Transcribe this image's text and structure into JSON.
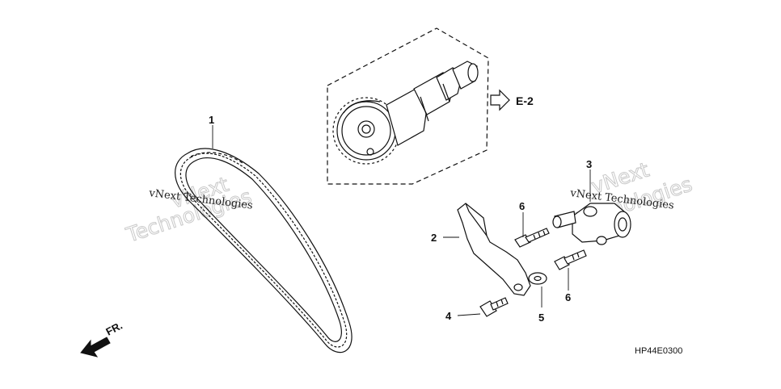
{
  "callouts": {
    "c1": "1",
    "c2": "2",
    "c3": "3",
    "c4": "4",
    "c5": "5",
    "c6a": "6",
    "c6b": "6"
  },
  "reference": {
    "label": "E-2"
  },
  "direction": {
    "label": "FR."
  },
  "diagram_code": "HP44E0300",
  "watermarks": {
    "left_small": "vNext Technologies",
    "left_big_1": "vNext",
    "left_big_2": "Technologies",
    "right_small": "vNext Technologies",
    "right_big_1": "vNext",
    "right_big_2": "Technologies"
  },
  "colors": {
    "ink": "#111111",
    "watermark": "#c8c8c8",
    "background": "#ffffff"
  }
}
